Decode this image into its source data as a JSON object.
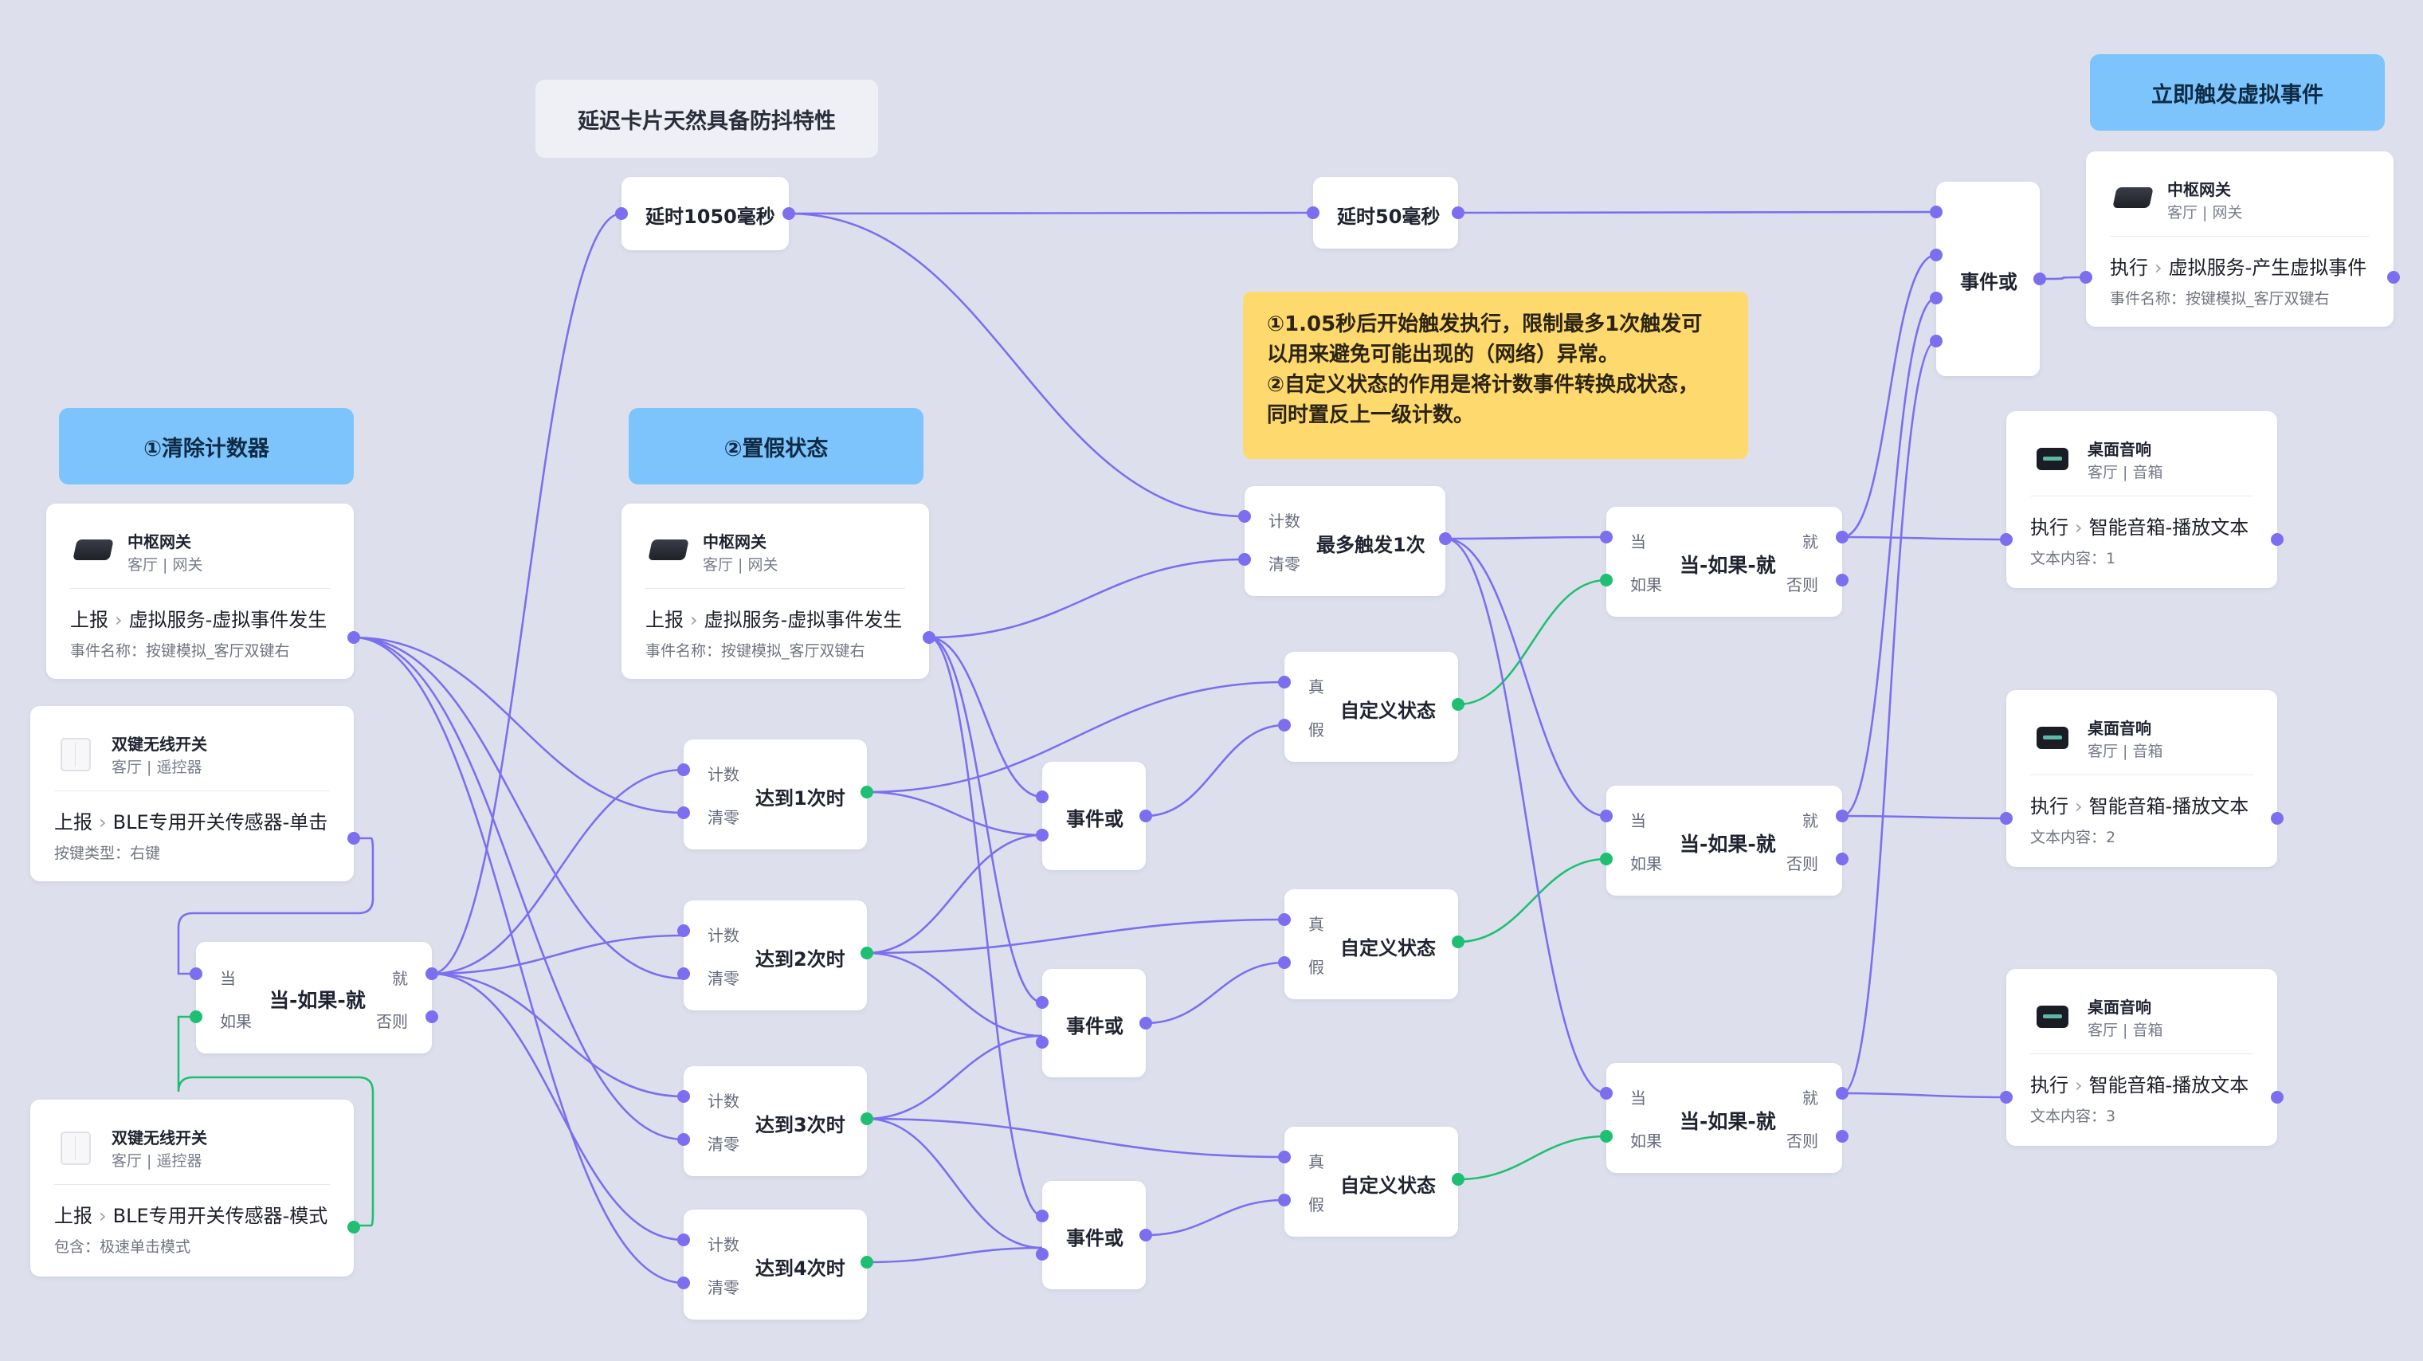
{
  "banners": {
    "debounce": "延迟卡片天然具备防抖特性",
    "instant": "立即触发虚拟事件",
    "clear": "①清除计数器",
    "reset": "②置假状态"
  },
  "note": {
    "lines": [
      "①1.05秒后开始触发执行，限制最多1次触发可",
      "以用来避免可能出现的（网络）异常。",
      "②自定义状态的作用是将计数事件转换成状态，",
      "同时置反上一级计数。"
    ]
  },
  "devices": {
    "hub1": {
      "name": "中枢网关",
      "loc": "客厅 | 网关",
      "verb": "上报",
      "action": "虚拟服务-虚拟事件发生",
      "detail": "事件名称：按键模拟_客厅双键右"
    },
    "sw1": {
      "name": "双键无线开关",
      "loc": "客厅 | 遥控器",
      "verb": "上报",
      "action": "BLE专用开关传感器-单击",
      "detail": "按键类型：右键"
    },
    "sw2": {
      "name": "双键无线开关",
      "loc": "客厅 | 遥控器",
      "verb": "上报",
      "action": "BLE专用开关传感器-模式",
      "detail": "包含：极速单击模式"
    },
    "hub2": {
      "name": "中枢网关",
      "loc": "客厅 | 网关",
      "verb": "上报",
      "action": "虚拟服务-虚拟事件发生",
      "detail": "事件名称：按键模拟_客厅双键右"
    },
    "hub3": {
      "name": "中枢网关",
      "loc": "客厅 | 网关",
      "verb": "执行",
      "action": "虚拟服务-产生虚拟事件",
      "detail": "事件名称：按键模拟_客厅双键右"
    },
    "spk1": {
      "name": "桌面音响",
      "loc": "客厅 | 音箱",
      "verb": "执行",
      "action": "智能音箱-播放文本",
      "detail": "文本内容：1"
    },
    "spk2": {
      "name": "桌面音响",
      "loc": "客厅 | 音箱",
      "verb": "执行",
      "action": "智能音箱-播放文本",
      "detail": "文本内容：2"
    },
    "spk3": {
      "name": "桌面音响",
      "loc": "客厅 | 音箱",
      "verb": "执行",
      "action": "智能音箱-播放文本",
      "detail": "文本内容：3"
    }
  },
  "ports": {
    "when": "当",
    "if": "如果",
    "then": "就",
    "else": "否则",
    "count": "计数",
    "clear": "清零",
    "true": "真",
    "false": "假"
  },
  "nodes": {
    "ifthen": "当-如果-就",
    "delay1050": "延时1050毫秒",
    "delay50": "延时50毫秒",
    "reach1": "达到1次时",
    "reach2": "达到2次时",
    "reach3": "达到3次时",
    "reach4": "达到4次时",
    "or": "事件或",
    "custom": "自定义状态",
    "maxonce": "最多触发1次"
  },
  "colors": {
    "wire": "#7b6ff0",
    "condition_wire": "#1fbf73",
    "banner": "#7cc4fb",
    "note": "#fed96e",
    "background": "#dde0ec"
  }
}
